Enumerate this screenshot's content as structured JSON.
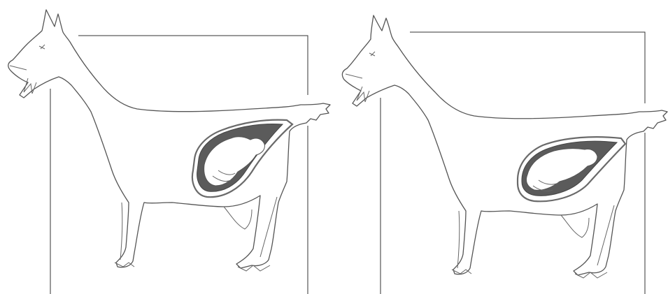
{
  "figure": {
    "panels": [
      {
        "id": "left",
        "subject": "goat-with-fetus-in-uterus"
      },
      {
        "id": "right",
        "subject": "goat-with-fetus-in-uterus"
      }
    ],
    "colors": {
      "line": "#555555",
      "frame": "#333333",
      "uterus": "#5b5b5b",
      "background": "#ffffff"
    }
  }
}
